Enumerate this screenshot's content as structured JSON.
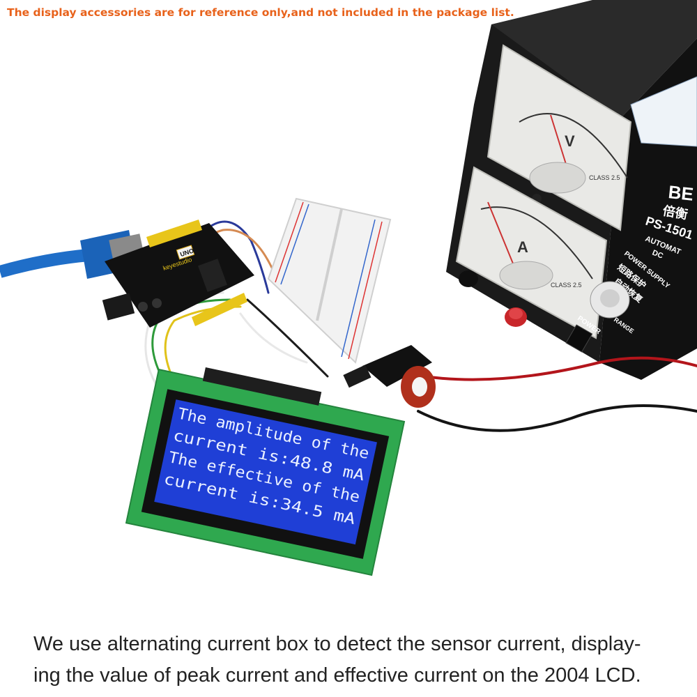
{
  "notice": "The display accessories are for reference only,and not included in the package list.",
  "caption": {
    "line1": "We use alternating current box to detect the sensor current, display-",
    "line2": "ing the value of peak current and effective current on the 2004 LCD."
  },
  "lcd": {
    "line1": "The amplitude of the",
    "line2": "current is:48.8   mA",
    "line3": "The effective of the",
    "line4": "current is:34.5   mA"
  },
  "power_supply": {
    "brand": "BE",
    "brand_cn": "倍衡",
    "model": "PS-1501",
    "automat": "AUTOMAT",
    "dc": "DC",
    "power_supply_label": "POWER SUPPLY",
    "cn_protect": "短路保护",
    "cn_auto": "自动恢复",
    "power_label": "POWER",
    "volt_meter_unit": "V",
    "amp_meter_unit": "A",
    "class_label": "CLASS 2.5",
    "range_label": "RANGE"
  },
  "board": {
    "label": "UNO",
    "brand": "keyestudio"
  },
  "colors": {
    "notice": "#e8621b",
    "lcd_bg": "#1f3fd6",
    "pcb_green": "#2fa84f",
    "supply_black": "#151515"
  }
}
